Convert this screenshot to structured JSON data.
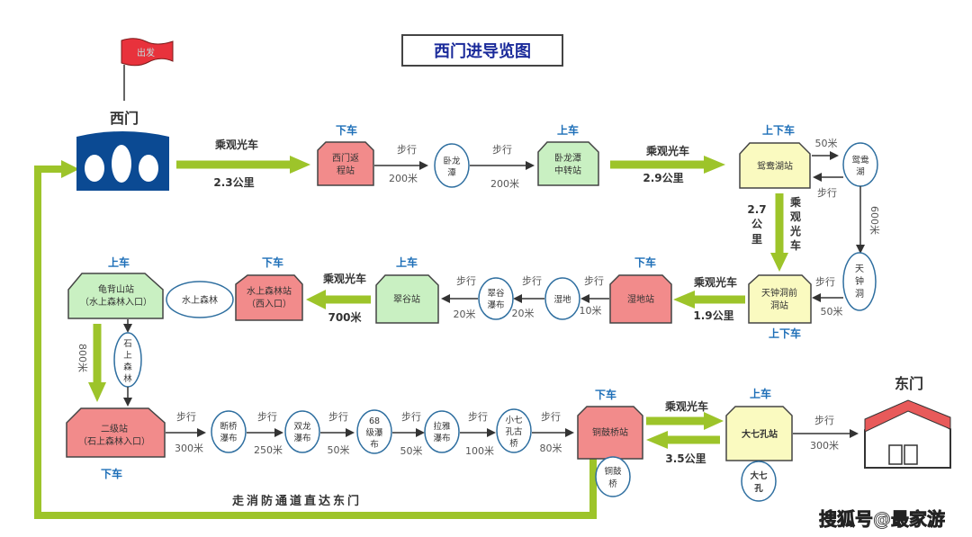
{
  "title": "西门进导览图",
  "flag_label": "出发",
  "west_gate": {
    "label": "西门"
  },
  "east_gate": {
    "label": "东门"
  },
  "watermark": "搜狐号@最家游",
  "colors": {
    "green_path": "#9dc42a",
    "station_red": "#f28b8b",
    "station_green": "#c9f0c2",
    "station_yellow": "#fafac0",
    "gate_blue": "#0b4a93",
    "label_blue": "#1e6fb8",
    "house_roof": "#e85a5a"
  },
  "stations": {
    "ximen_return": {
      "label1": "西门返",
      "label2": "程站",
      "tag": "下车"
    },
    "wolongtan_transfer": {
      "label1": "卧龙潭",
      "label2": "中转站",
      "tag": "上车"
    },
    "yuanyanghu": {
      "label1": "鸳鸯湖站",
      "tag": "上下车"
    },
    "tianzhong": {
      "label1": "天钟洞前",
      "label2": "洞站",
      "tag": "上下车"
    },
    "shidi": {
      "label1": "湿地站",
      "tag": "下车"
    },
    "cuigu": {
      "label1": "翠谷站",
      "tag": "上车"
    },
    "shuishang": {
      "label1": "水上森林站",
      "label2": "（西入口）",
      "tag": "下车"
    },
    "guibeishan": {
      "label1": "龟背山站",
      "label2": "（水上森林入口）",
      "tag": "上车"
    },
    "erji": {
      "label1": "二级站",
      "label2": "（石上森林入口）",
      "tag": "下车"
    },
    "tonggu": {
      "label1": "铜鼓桥站",
      "tag": "下车"
    },
    "daqikong": {
      "label1": "大七孔站",
      "tag": "上车"
    }
  },
  "spots": {
    "wolongtan": {
      "l1": "卧龙",
      "l2": "潭"
    },
    "yuanyang": {
      "l1": "鸳鸯",
      "l2": "湖"
    },
    "tianzhongdong": {
      "l1": "天",
      "l2": "钟",
      "l3": "洞"
    },
    "shidi": {
      "l1": "湿地"
    },
    "cuigu_pubu": {
      "l1": "翠谷",
      "l2": "瀑布"
    },
    "shuishang_senlin": {
      "l1": "水上森林"
    },
    "shishang_senlin": {
      "l1": "石",
      "l2": "上",
      "l3": "森",
      "l4": "林"
    },
    "duanqiao": {
      "l1": "断桥",
      "l2": "瀑布"
    },
    "shuanglong": {
      "l1": "双龙",
      "l2": "瀑布"
    },
    "jiceng68": {
      "l1": "68",
      "l2": "级瀑",
      "l3": "布"
    },
    "laya": {
      "l1": "拉雅",
      "l2": "瀑布"
    },
    "xiaoqikong": {
      "l1": "小七",
      "l2": "孔古",
      "l3": "桥"
    },
    "tonggu": {
      "l1": "铜鼓",
      "l2": "桥"
    },
    "daqikong": {
      "l1": "大七",
      "l2": "孔"
    }
  },
  "links": {
    "bus1": {
      "mode": "乘观光车",
      "dist": "2.3公里"
    },
    "walk1": {
      "mode": "步行",
      "dist": "200米"
    },
    "walk2": {
      "mode": "步行",
      "dist": "200米"
    },
    "bus2": {
      "mode": "乘观光车",
      "dist": "2.9公里"
    },
    "yy_out": {
      "dist": "50米"
    },
    "yy_back": {
      "mode": "步行"
    },
    "yy_down": {
      "dist": "600米"
    },
    "bus3": {
      "mode_v": [
        "乘",
        "观",
        "光",
        "车"
      ],
      "dist_v": [
        "2.7",
        "公",
        "里"
      ]
    },
    "tz_walk": {
      "mode": "步行",
      "dist": "50米"
    },
    "bus4": {
      "mode": "乘观光车",
      "dist": "1.9公里"
    },
    "walk_sd": {
      "mode": "步行",
      "dist": "10米"
    },
    "walk_sd2": {
      "mode": "步行",
      "dist": "20米"
    },
    "walk_cg": {
      "mode": "步行",
      "dist": "20米"
    },
    "bus5": {
      "mode": "乘观光车",
      "dist": "700米"
    },
    "down800": {
      "dist": "800米"
    },
    "w_r4_1": {
      "mode": "步行",
      "dist": "300米"
    },
    "w_r4_2": {
      "mode": "步行",
      "dist": "250米"
    },
    "w_r4_3": {
      "mode": "步行",
      "dist": "50米"
    },
    "w_r4_4": {
      "mode": "步行",
      "dist": "50米"
    },
    "w_r4_5": {
      "mode": "步行",
      "dist": "100米"
    },
    "w_r4_6": {
      "mode": "步行",
      "dist": "80米"
    },
    "bus6": {
      "mode": "乘观光车",
      "dist": "3.5公里"
    },
    "walk_east": {
      "mode": "步行",
      "dist": "300米"
    },
    "fire_road": {
      "label": "走消防通道直达东门"
    }
  }
}
